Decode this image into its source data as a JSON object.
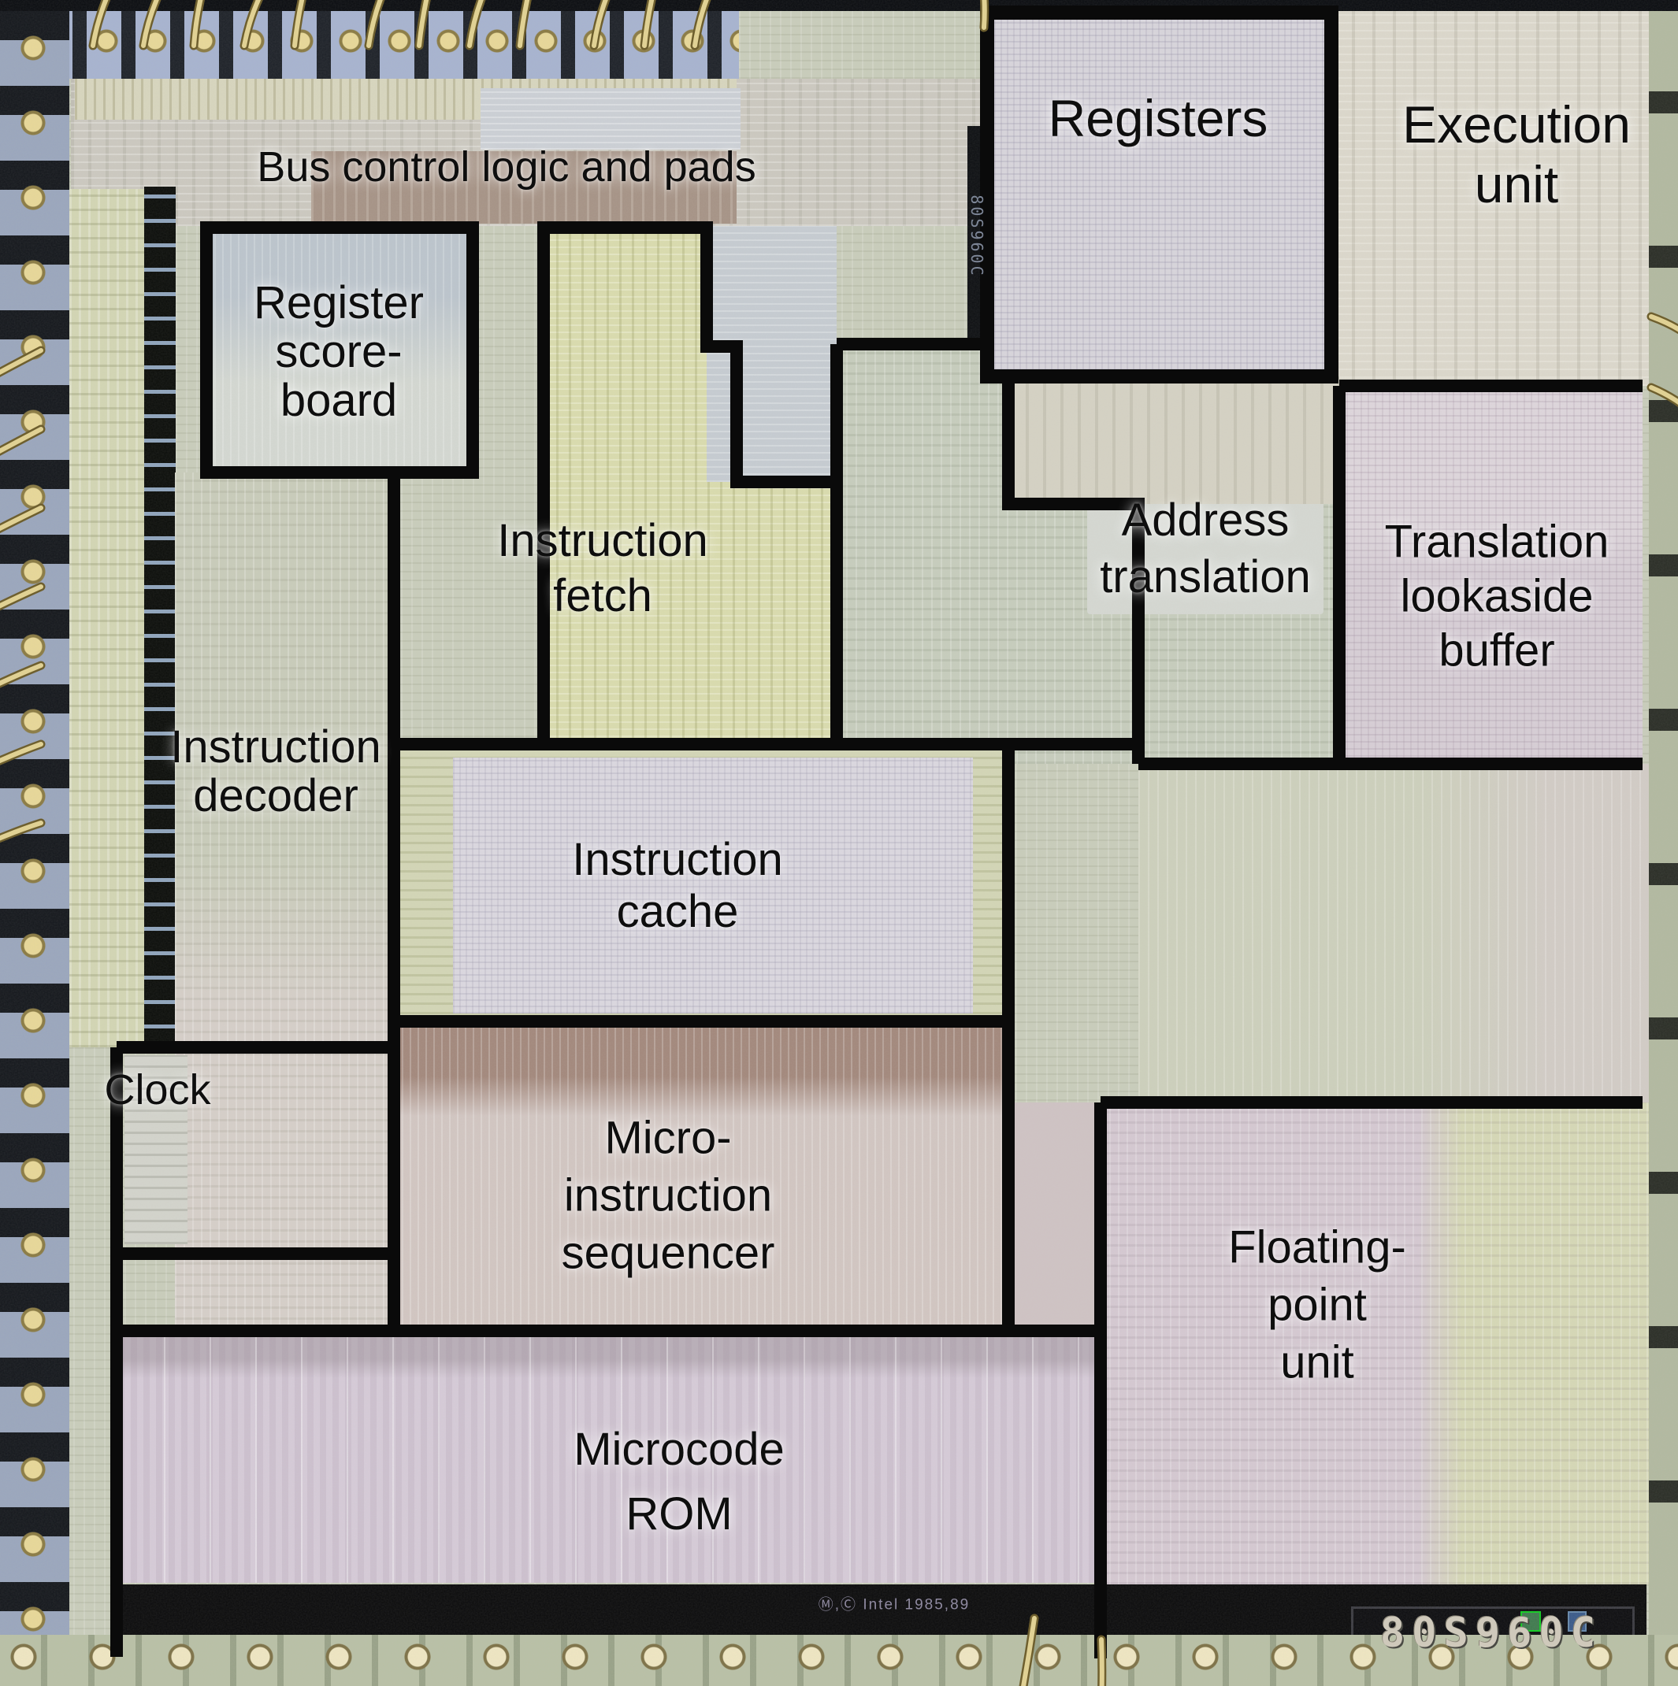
{
  "chip": {
    "regions": {
      "bus_control": {
        "label": "Bus control logic and pads"
      },
      "registers": {
        "label": "Registers"
      },
      "execution_unit": {
        "label": "Execution\nunit"
      },
      "register_scoreboard": {
        "label": "Register\nscore-\nboard"
      },
      "instruction_fetch": {
        "label": "Instruction\nfetch"
      },
      "address_translation": {
        "label": "Address\ntranslation"
      },
      "translation_lookaside_buffer": {
        "label": "Translation\nlookaside\nbuffer"
      },
      "instruction_decoder": {
        "label": "Instruction\ndecoder"
      },
      "instruction_cache": {
        "label": "Instruction\ncache"
      },
      "microinstruction_sequencer": {
        "label": "Micro-\ninstruction\nsequencer"
      },
      "clock": {
        "label": "Clock"
      },
      "microcode_rom": {
        "label": "Microcode\nROM"
      },
      "floating_point_unit": {
        "label": "Floating-\npoint\nunit"
      }
    },
    "markings": {
      "part_number": "80S960C",
      "part_number_side": "80S960C",
      "copyright": "Ⓜ,Ⓒ Intel 1985,89"
    },
    "colors": {
      "outline": "#0a0a0a",
      "die_base": "#c9cdbb",
      "fetch_green": "#dadcae",
      "rom_lavender": "#d6cbd8",
      "cache_lavender": "#dbd8e0",
      "tlb_pink": "#d7ced6",
      "bond_wire_gold": "#e0d194",
      "marking_silver": "#cfc9bb",
      "pad_ring_green": "#b2b9a0"
    }
  }
}
